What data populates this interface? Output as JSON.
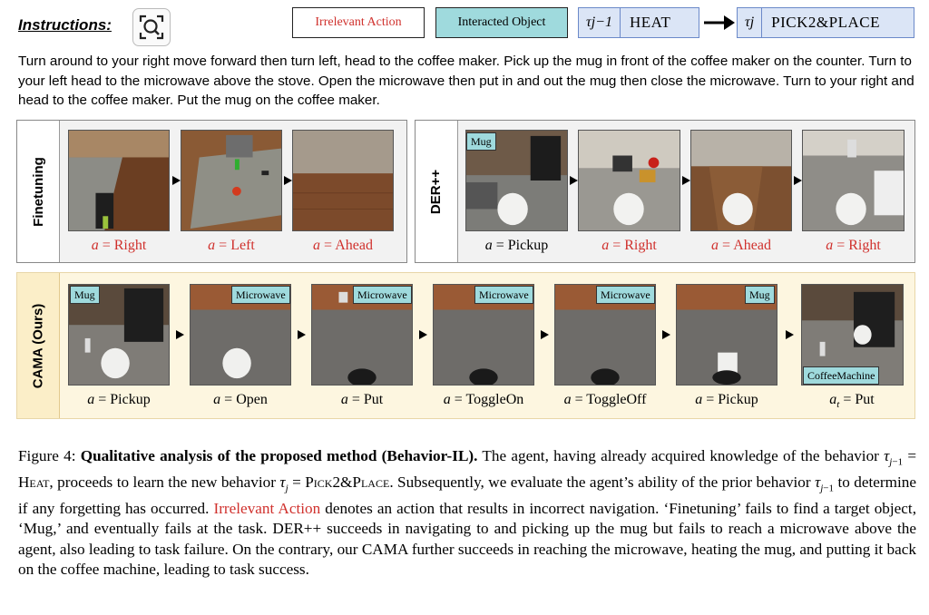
{
  "header": {
    "instructions_label": "Instructions:",
    "legend_irrelevant": "Irrelevant Action",
    "legend_interacted": "Interacted Object",
    "tau_prev_symbol": "τj−1",
    "tau_prev_name": "HEAT",
    "tau_next_symbol": "τj",
    "tau_next_name": "PICK2&PLACE",
    "magnifier_icon": "search-icon"
  },
  "instructions_text": "Turn around to your right move forward then turn left, head to the coffee maker. Pick up the mug in front of the coffee maker on the counter. Turn to your left head to the microwave above the stove. Open the microwave then put in and out the mug then close the microwave. Turn to your right and head to the coffee maker. Put the mug on the coffee maker.",
  "finetuning": {
    "label": "Finetuning",
    "actions": [
      "Right",
      "Left",
      "Ahead"
    ]
  },
  "derpp": {
    "label": "DER++",
    "tag": "Mug",
    "actions": [
      "Pickup",
      "Right",
      "Ahead",
      "Right"
    ]
  },
  "cama": {
    "label": "CAMA (Ours)",
    "tags": [
      "Mug",
      "Microwave",
      "Microwave",
      "Microwave",
      "Microwave",
      "Mug",
      "CoffeeMachine"
    ],
    "actions": [
      "Pickup",
      "Open",
      "Put",
      "ToggleOn",
      "ToggleOff",
      "Pickup",
      "Put"
    ]
  },
  "caption": {
    "fig": "Figure 4:",
    "bold": "Qualitative analysis of the proposed method (Behavior-IL).",
    "t1": " The agent, having already acquired knowledge of the behavior ",
    "t2": " proceeds to learn the new behavior ",
    "t3": " Subsequently, we evaluate the agent’s ability of the prior behavior ",
    "t4": " to determine if any forgetting has occurred. ",
    "red": "Irrelevant Action",
    "t5": " denotes an action that results in incorrect navigation. ‘Finetuning’ fails to find a target object, ‘Mug,’ and eventually fails at the task. DER++ succeeds in navigating to and picking up the mug but fails to reach a microwave above the agent, also leading to task failure. On the contrary, our CAMA further succeeds in reaching the microwave, heating the mug, and putting it back on the coffee machine, leading to task success.",
    "heat": "Heat",
    "pick": "Pick2&Place"
  }
}
